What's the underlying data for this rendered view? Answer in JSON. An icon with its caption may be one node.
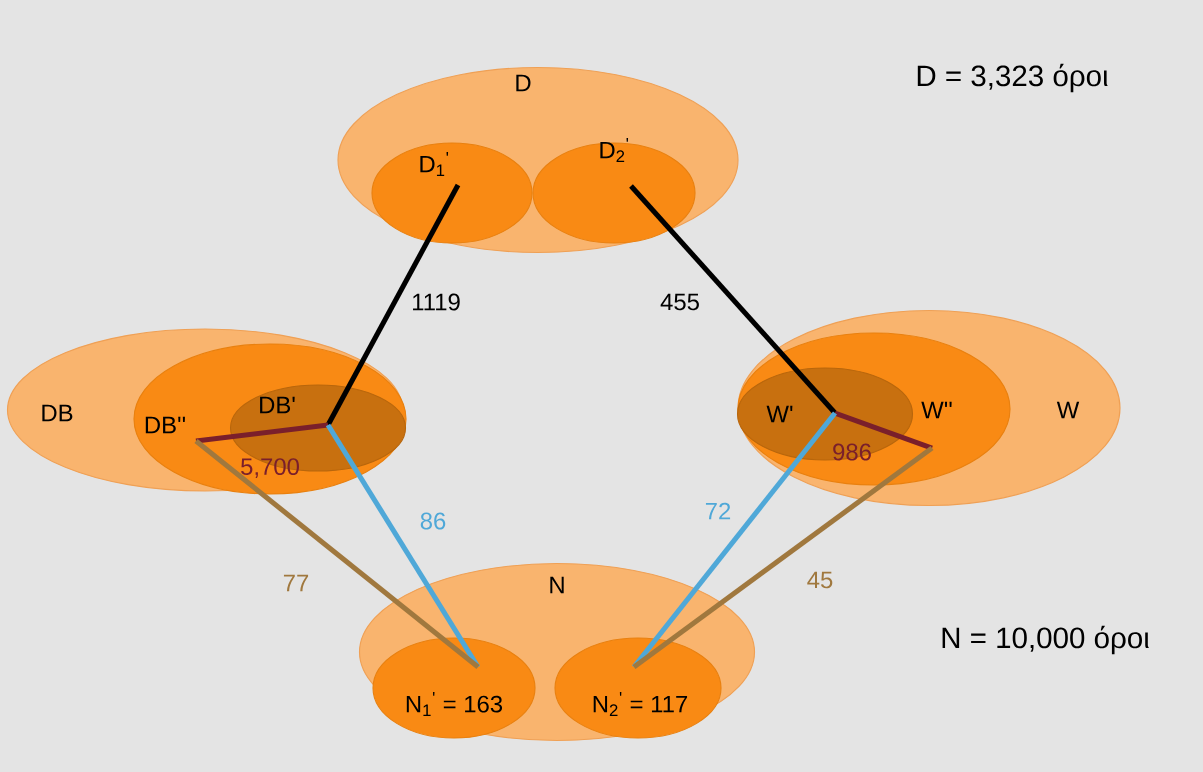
{
  "diagram": {
    "nodes": [
      {
        "text": [
          "D"
        ]
      },
      {
        "text": [
          "D$_{1}$$^{'}$"
        ],
        "in": 0
      },
      {
        "text": [
          "D$_{2}$$^{'}$"
        ],
        "in": 0
      },
      {
        "text": [
          "DB"
        ]
      },
      {
        "text": [
          "DB''"
        ],
        "in": 3
      },
      {
        "text": [
          "DB'"
        ],
        "in": 4
      },
      {
        "text": [
          "W"
        ]
      },
      {
        "text": [
          "W''"
        ],
        "in": 6
      },
      {
        "text": [
          "W'"
        ],
        "in": 7
      },
      {
        "text": [
          "N"
        ]
      },
      {
        "text": [
          "N$_{1}$$^{'}$ = 163"
        ],
        "in": 9
      },
      {
        "text": [
          "N$_{2}$$^{'}$ = 117"
        ],
        "in": 9
      }
    ],
    "edges": [
      {
        "from": 1,
        "to": 5,
        "arrow": "none",
        "label": "1119",
        "color": "#000000"
      },
      {
        "from": 2,
        "to": 8,
        "arrow": "none",
        "label": "455",
        "color": "#000000"
      },
      {
        "from": 5,
        "to": 4,
        "arrow": "none",
        "label": "5,700",
        "color": "#7a1f2b"
      },
      {
        "from": 8,
        "to": 7,
        "arrow": "none",
        "label": "986",
        "color": "#7a1f2b"
      },
      {
        "from": 5,
        "to": 10,
        "arrow": "none",
        "label": "86",
        "color": "#4fa8d8"
      },
      {
        "from": 4,
        "to": 10,
        "arrow": "none",
        "label": "77",
        "color": "#a0783e"
      },
      {
        "from": 8,
        "to": 11,
        "arrow": "none",
        "label": "72",
        "color": "#4fa8d8"
      },
      {
        "from": 7,
        "to": 11,
        "arrow": "none",
        "label": "45",
        "color": "#a0783e"
      }
    ],
    "labels": [
      "D = 3,323 όροι",
      "N = 10,000 όροι"
    ]
  }
}
